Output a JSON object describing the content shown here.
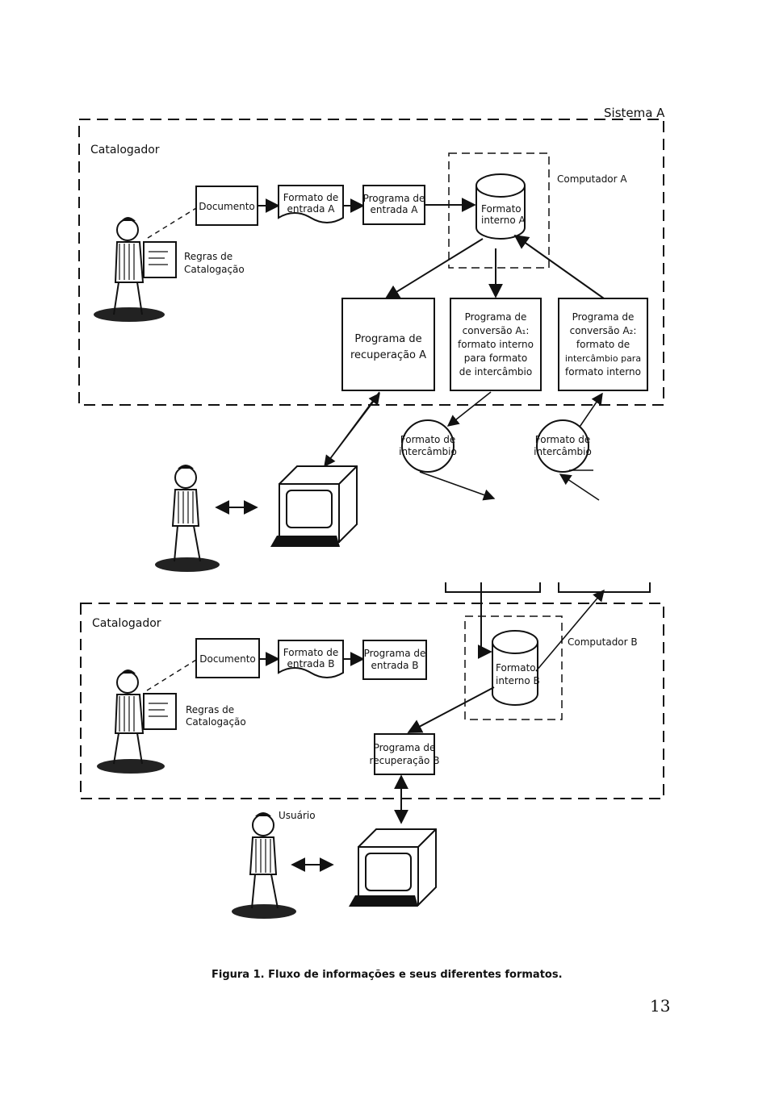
{
  "system_a": {
    "title": "Sistema A",
    "catalogador": "Catalogador",
    "computador": "Computador A",
    "documento": "Documento",
    "formato_entrada": [
      "Formato de",
      "entrada A"
    ],
    "programa_entrada": [
      "Programa de",
      "entrada A"
    ],
    "formato_interno": [
      "Formato",
      "interno A"
    ],
    "regras": [
      "Regras de",
      "Catalogação"
    ],
    "prog_recuperacao": [
      "Programa de",
      "recuperação A"
    ],
    "prog_conversao_a1": [
      "Programa de",
      "conversão A₁:",
      "formato interno",
      "para formato",
      "de intercâmbio"
    ],
    "prog_conversao_a2": [
      "Programa de",
      "conversão A₂:",
      "formato de",
      "intercâmbio para",
      "formato interno"
    ],
    "formato_intercambio_1": [
      "Formato de",
      "intercâmbio"
    ],
    "formato_intercambio_2": [
      "Formato de",
      "intercâmbio"
    ]
  },
  "system_b": {
    "catalogador": "Catalogador",
    "computador": "Computador B",
    "documento": "Documento",
    "formato_entrada": [
      "Formato de",
      "entrada B"
    ],
    "programa_entrada": [
      "Programa de",
      "entrada B"
    ],
    "formato_interno": [
      "Formato",
      "interno B"
    ],
    "regras": [
      "Regras de",
      "Catalogação"
    ],
    "prog_recuperacao": [
      "Programa de",
      "recuperação B"
    ],
    "usuario": "Usuário"
  },
  "caption": "Figura 1.  Fluxo de informações e seus diferentes formatos.",
  "page_number": "13"
}
